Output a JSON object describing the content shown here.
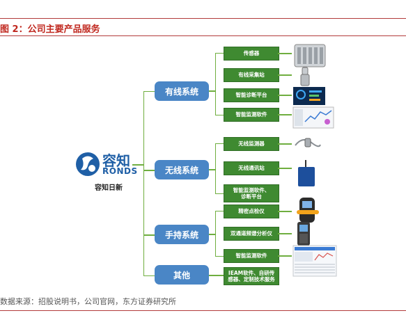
{
  "figure_title": "图 2：公司主要产品服务",
  "source": "数据来源：招股说明书，公司官网，东方证券研究所",
  "logo": {
    "cn": "容知",
    "en": "RONDS",
    "name": "容知日新"
  },
  "categories": [
    {
      "label": "有线系统",
      "products": [
        "传感器",
        "有线采集站",
        "智能诊断平台",
        "智能监测软件"
      ]
    },
    {
      "label": "无线系统",
      "products": [
        "无线监测器",
        "无线通讯站",
        "智能监测软件、\n诊断平台"
      ]
    },
    {
      "label": "手持系统",
      "products": [
        "精密点检仪",
        "双通道频谱分析仪",
        "智能监测软件"
      ]
    },
    {
      "label": "其他",
      "products": [
        "IEAM软件、自研传\n感器、定制技术服务"
      ]
    }
  ],
  "colors": {
    "category_bg": "#4a86c6",
    "product_bg": "#3f8a31",
    "connector": "#6fae3f",
    "title": "#c0281f"
  }
}
